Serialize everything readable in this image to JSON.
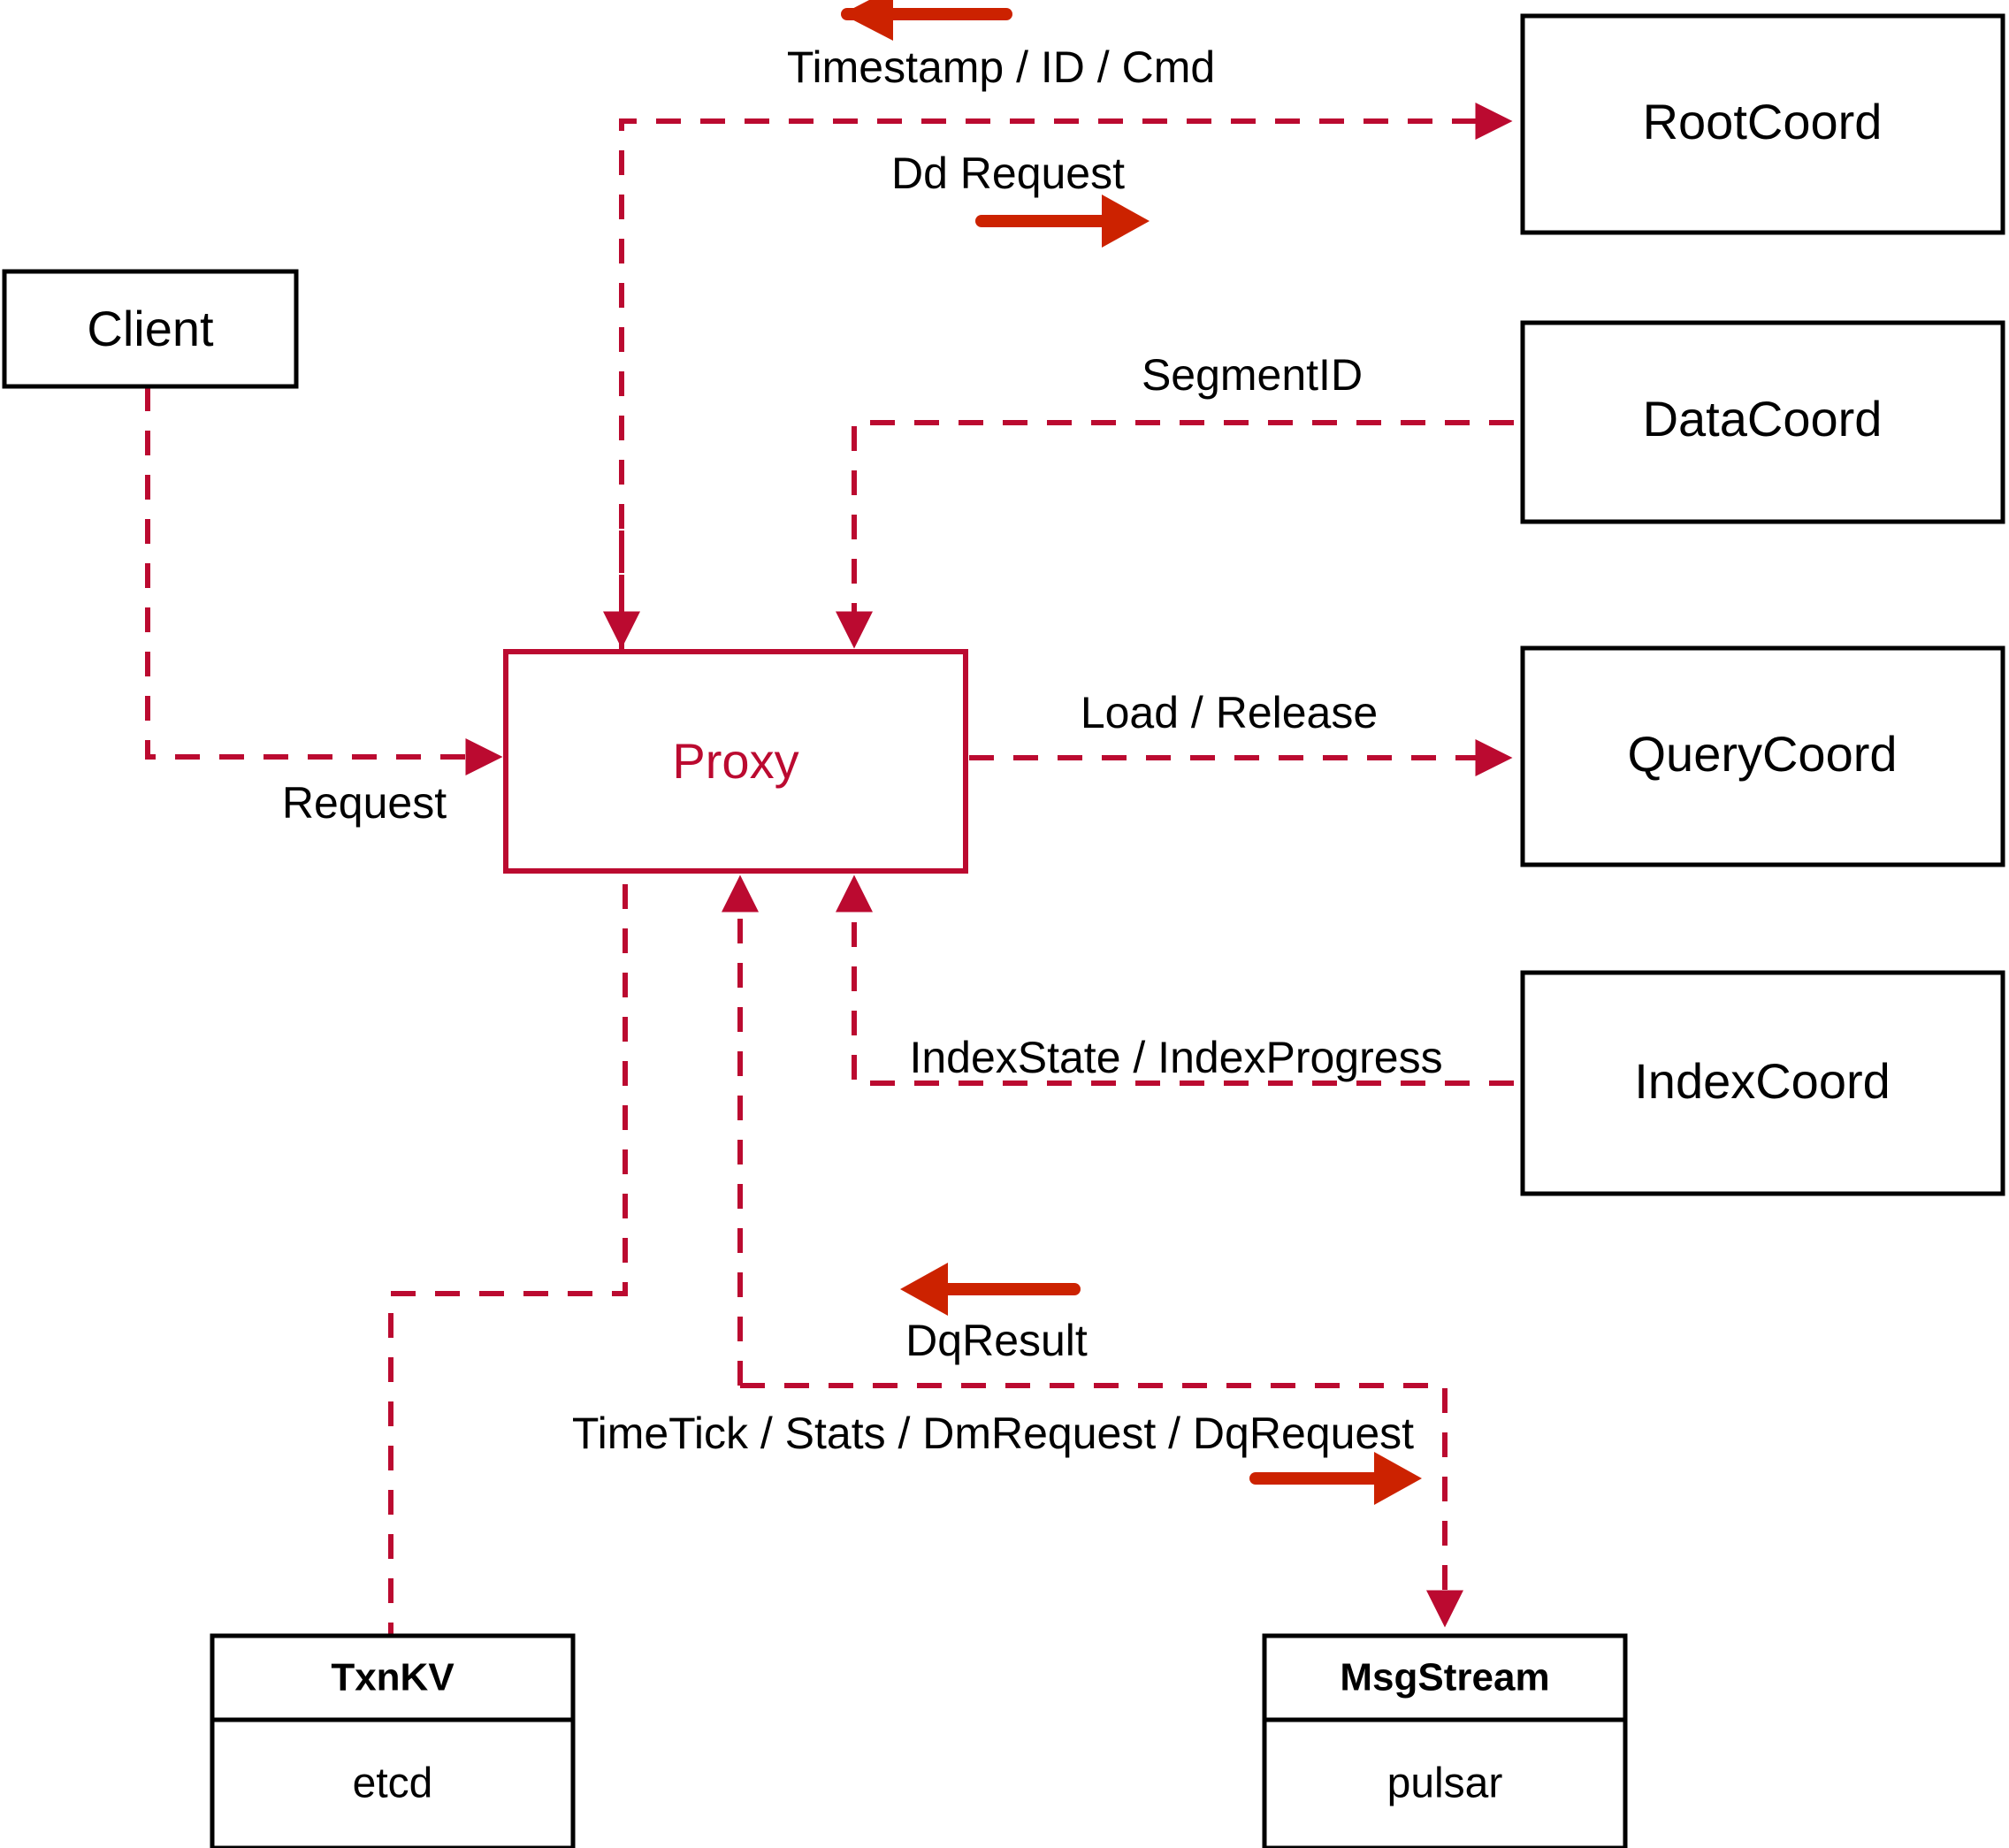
{
  "diagram": {
    "title": "Milvus Proxy interaction diagram",
    "accent_color": "#bb0a30",
    "arrow_color": "#cc2200",
    "node_border_color": "#000000",
    "background_color": "#ffffff"
  },
  "nodes": {
    "client": {
      "label": "Client"
    },
    "proxy": {
      "label": "Proxy"
    },
    "root_coord": {
      "label": "RootCoord"
    },
    "data_coord": {
      "label": "DataCoord"
    },
    "query_coord": {
      "label": "QueryCoord"
    },
    "index_coord": {
      "label": "IndexCoord"
    },
    "txnkv": {
      "title": "TxnKV",
      "impl": "etcd"
    },
    "msgstream": {
      "title": "MsgStream",
      "impl": "pulsar"
    }
  },
  "edges": [
    {
      "id": "timestamp-id-cmd",
      "label": "Timestamp / ID / Cmd",
      "from": "RootCoord",
      "to": "Proxy",
      "direction": "left"
    },
    {
      "id": "dd-request",
      "label": "Dd Request",
      "from": "Proxy",
      "to": "RootCoord",
      "direction": "right"
    },
    {
      "id": "segment-id",
      "label": "SegmentID",
      "from": "DataCoord",
      "to": "Proxy",
      "direction": "left"
    },
    {
      "id": "load-release",
      "label": "Load / Release",
      "from": "Proxy",
      "to": "QueryCoord",
      "direction": "right"
    },
    {
      "id": "index-state-progress",
      "label": "IndexState / IndexProgress",
      "from": "IndexCoord",
      "to": "Proxy",
      "direction": "left"
    },
    {
      "id": "request",
      "label": "Request",
      "from": "Client",
      "to": "Proxy",
      "direction": "right"
    },
    {
      "id": "dq-result",
      "label": "DqResult",
      "from": "MsgStream",
      "to": "Proxy",
      "direction": "left"
    },
    {
      "id": "timetick-stats-dm-dq",
      "label": "TimeTick / Stats / DmRequest / DqRequest",
      "from": "Proxy",
      "to": "MsgStream",
      "direction": "right"
    }
  ]
}
